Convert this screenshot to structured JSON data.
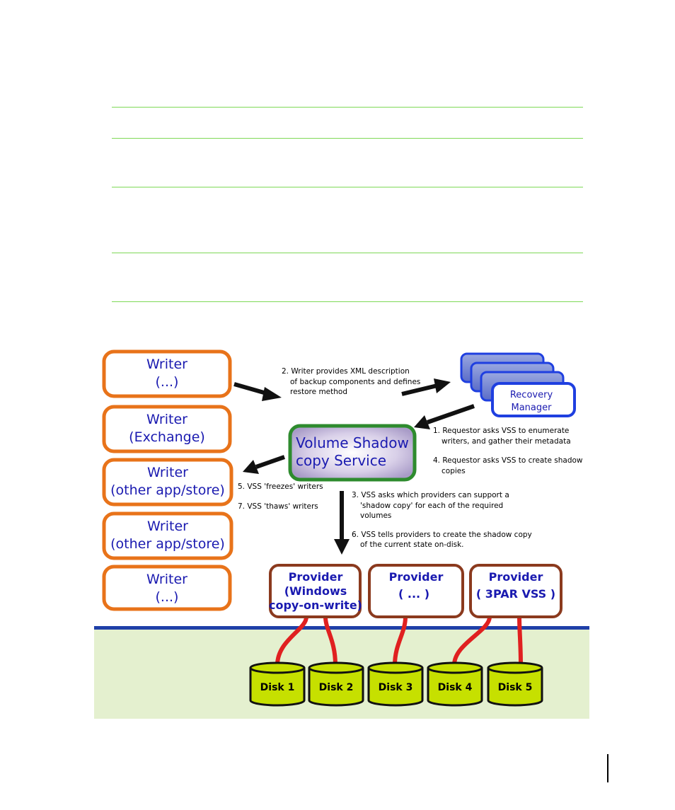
{
  "writers": [
    {
      "line1": "Writer",
      "line2": "(...)"
    },
    {
      "line1": "Writer",
      "line2": "(Exchange)"
    },
    {
      "line1": "Writer",
      "line2": "(other app/store)"
    },
    {
      "line1": "Writer",
      "line2": "(other app/store)"
    },
    {
      "line1": "Writer",
      "line2": "(...)"
    }
  ],
  "requestor": {
    "line1": "Recovery",
    "line2": "Manager"
  },
  "vss": {
    "line1": "Volume Shadow",
    "line2": "copy Service"
  },
  "providers": [
    {
      "line1": "Provider",
      "line2": "(Windows",
      "line3": "copy-on-write)"
    },
    {
      "line1": "Provider",
      "line2": "( ... )",
      "line3": ""
    },
    {
      "line1": "Provider",
      "line2": "( 3PAR VSS )",
      "line3": ""
    }
  ],
  "disks": [
    "Disk 1",
    "Disk 2",
    "Disk 3",
    "Disk 4",
    "Disk 5"
  ],
  "notes": {
    "step2": [
      "2. Writer provides XML description",
      "of backup components and defines",
      "restore method"
    ],
    "step1": [
      "1. Requestor asks VSS to enumerate",
      "writers, and gather their metadata"
    ],
    "step4": [
      "4. Requestor asks VSS to create shadow",
      "copies"
    ],
    "step5": "5. VSS 'freezes' writers",
    "step7": "7.  VSS 'thaws' writers",
    "step3": [
      "3. VSS asks which providers can support a",
      "'shadow copy' for each of the required",
      "volumes"
    ],
    "step6": [
      "6. VSS tells providers to create the shadow copy",
      "of the current state on-disk."
    ]
  },
  "colors": {
    "writer_border": "#e8731a",
    "provider_border": "#8b3a1e",
    "vss_border": "#2e8b2e",
    "requestor_border": "#1f3fe0",
    "disk_fill": "#c6e000",
    "link": "#e02020",
    "storage_bg": "#e4f0cf",
    "storage_line": "#1f3fa8"
  }
}
